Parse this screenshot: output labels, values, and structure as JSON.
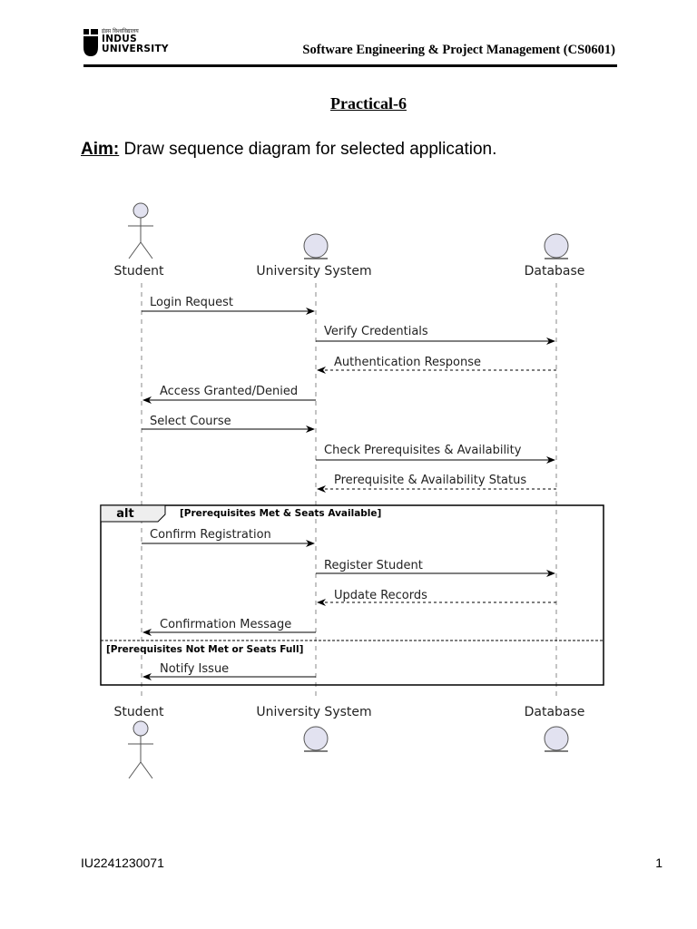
{
  "header": {
    "logo_small_text": "इंडस विश्वविद्यालय",
    "logo_line1": "INDUS",
    "logo_line2": "UNIVERSITY",
    "course": "Software Engineering & Project Management (CS0601)"
  },
  "title": "Practical-6",
  "aim": {
    "label": "Aim:",
    "text": " Draw sequence diagram for selected application."
  },
  "diagram": {
    "participants": [
      {
        "id": "student",
        "name": "Student",
        "shape": "actor"
      },
      {
        "id": "system",
        "name": "University System",
        "shape": "entity-circle"
      },
      {
        "id": "db",
        "name": "Database",
        "shape": "entity-circle"
      }
    ],
    "messages": [
      {
        "from": "student",
        "to": "system",
        "label": "Login Request",
        "style": "solid"
      },
      {
        "from": "system",
        "to": "db",
        "label": "Verify Credentials",
        "style": "solid"
      },
      {
        "from": "db",
        "to": "system",
        "label": "Authentication Response",
        "style": "dashed"
      },
      {
        "from": "system",
        "to": "student",
        "label": "Access Granted/Denied",
        "style": "solid"
      },
      {
        "from": "student",
        "to": "system",
        "label": "Select Course",
        "style": "solid"
      },
      {
        "from": "system",
        "to": "db",
        "label": "Check Prerequisites & Availability",
        "style": "solid"
      },
      {
        "from": "db",
        "to": "system",
        "label": "Prerequisite & Availability Status",
        "style": "dashed"
      },
      {
        "from": "student",
        "to": "system",
        "label": "Confirm Registration",
        "style": "solid"
      },
      {
        "from": "system",
        "to": "db",
        "label": "Register Student",
        "style": "solid"
      },
      {
        "from": "db",
        "to": "system",
        "label": "Update Records",
        "style": "dashed"
      },
      {
        "from": "system",
        "to": "student",
        "label": "Confirmation Message",
        "style": "solid"
      },
      {
        "from": "system",
        "to": "student",
        "label": "Notify Issue",
        "style": "solid"
      }
    ],
    "alt_fragment": {
      "keyword": "alt",
      "guard1": "[Prerequisites Met & Seats Available]",
      "guard2": "[Prerequisites Not Met or Seats Full]"
    }
  },
  "footer": {
    "id": "IU2241230071",
    "page": "1"
  }
}
